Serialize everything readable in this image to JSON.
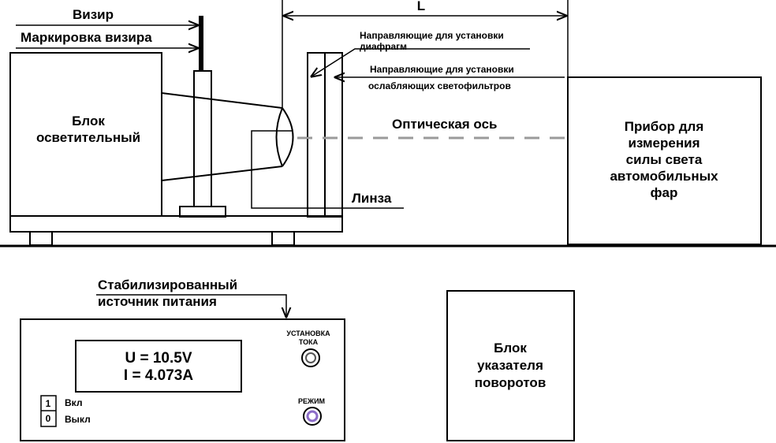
{
  "labels": {
    "vizir": "Визир",
    "marking": "Маркировка визира",
    "distance": "L",
    "diaphragm_guides_1": "Направляющие для установки",
    "diaphragm_guides_2": "диафрагм",
    "filter_guides_1": "Направляющие для установки",
    "filter_guides_2": "ослабляющих светофильтров",
    "optical_axis": "Оптическая ось",
    "lens": "Линза",
    "power_source_1": "Стабилизированный",
    "power_source_2": "источник питания"
  },
  "illuminator": {
    "line1": "Блок",
    "line2": "осветительный"
  },
  "meter": {
    "line1": "Прибор для",
    "line2": "измерения",
    "line3": "силы света",
    "line4": "автомобильных",
    "line5": "фар"
  },
  "power_supply": {
    "voltage": "U = 10.5V",
    "current": "I = 4.073A",
    "current_set_1": "УСТАНОВКА",
    "current_set_2": "ТОКА",
    "mode": "РЕЖИМ",
    "switch_on_symbol": "1",
    "switch_off_symbol": "0",
    "on_label": "Вкл",
    "off_label": "Выкл"
  },
  "turn_block": {
    "line1": "Блок",
    "line2": "указателя",
    "line3": "поворотов"
  },
  "colors": {
    "line": "#000000",
    "optical_axis": "#9a9a9a",
    "mode_knob": "#8c6cc8"
  }
}
